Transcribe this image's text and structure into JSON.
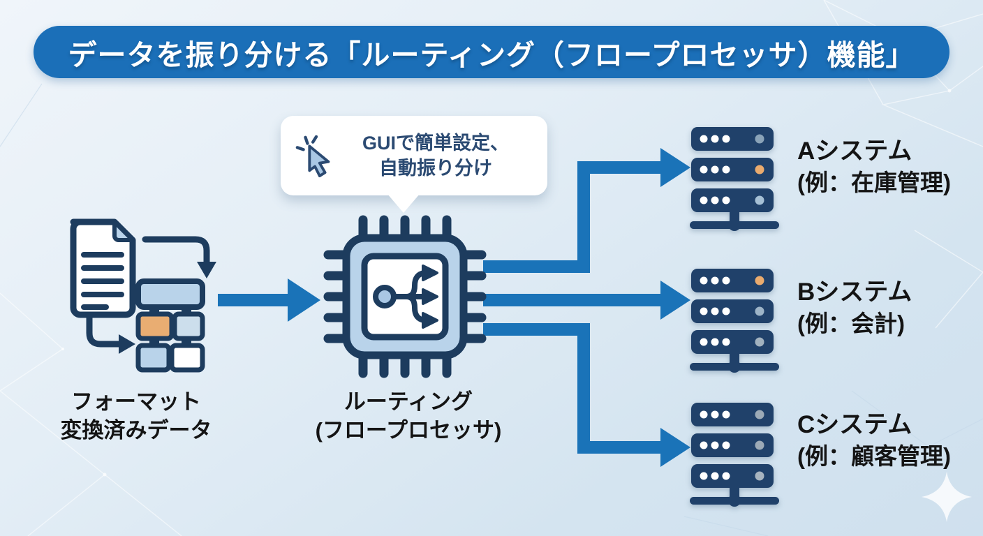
{
  "title": "データを振り分ける「ルーティング（フロープロセッサ）機能」",
  "bubble": {
    "line1": "GUIで簡単設定、",
    "line2": "自動振り分け",
    "icon": "cursor-click-icon"
  },
  "source": {
    "label_line1": "フォーマット",
    "label_line2": "変換済みデータ",
    "icon": "document-database-icon"
  },
  "processor": {
    "label_line1": "ルーティング",
    "label_line2": "(フロープロセッサ)",
    "icon": "cpu-chip-icon"
  },
  "systems": [
    {
      "name": "Aシステム",
      "example": "(例：在庫管理)",
      "icon": "server-icon",
      "dot_colors": [
        "#8aa3b8",
        "#eaab6e",
        "#a6c0d5"
      ]
    },
    {
      "name": "Bシステム",
      "example": "(例：会計)",
      "icon": "server-icon",
      "dot_colors": [
        "#eaab6e",
        "#9db4c7",
        "#a2b2bf"
      ]
    },
    {
      "name": "Cシステム",
      "example": "(例：顧客管理)",
      "icon": "server-icon",
      "dot_colors": [
        "#9caab6",
        "#9caab6",
        "#a8b4bf"
      ]
    }
  ],
  "colors": {
    "banner_blue": "#1b6fb8",
    "arrow_blue": "#1a73b8",
    "icon_navy": "#1d3c5e",
    "server_navy": "#20416a",
    "icon_light_blue": "#b9d3ea",
    "accent_orange": "#e9ad72",
    "bubble_text_navy": "#2b4a72",
    "background_light_blue": "#dce9f4",
    "label_text": "#141414"
  },
  "decorations": {
    "sparkle": "sparkle-icon",
    "background": "polygon-mesh-pattern"
  }
}
